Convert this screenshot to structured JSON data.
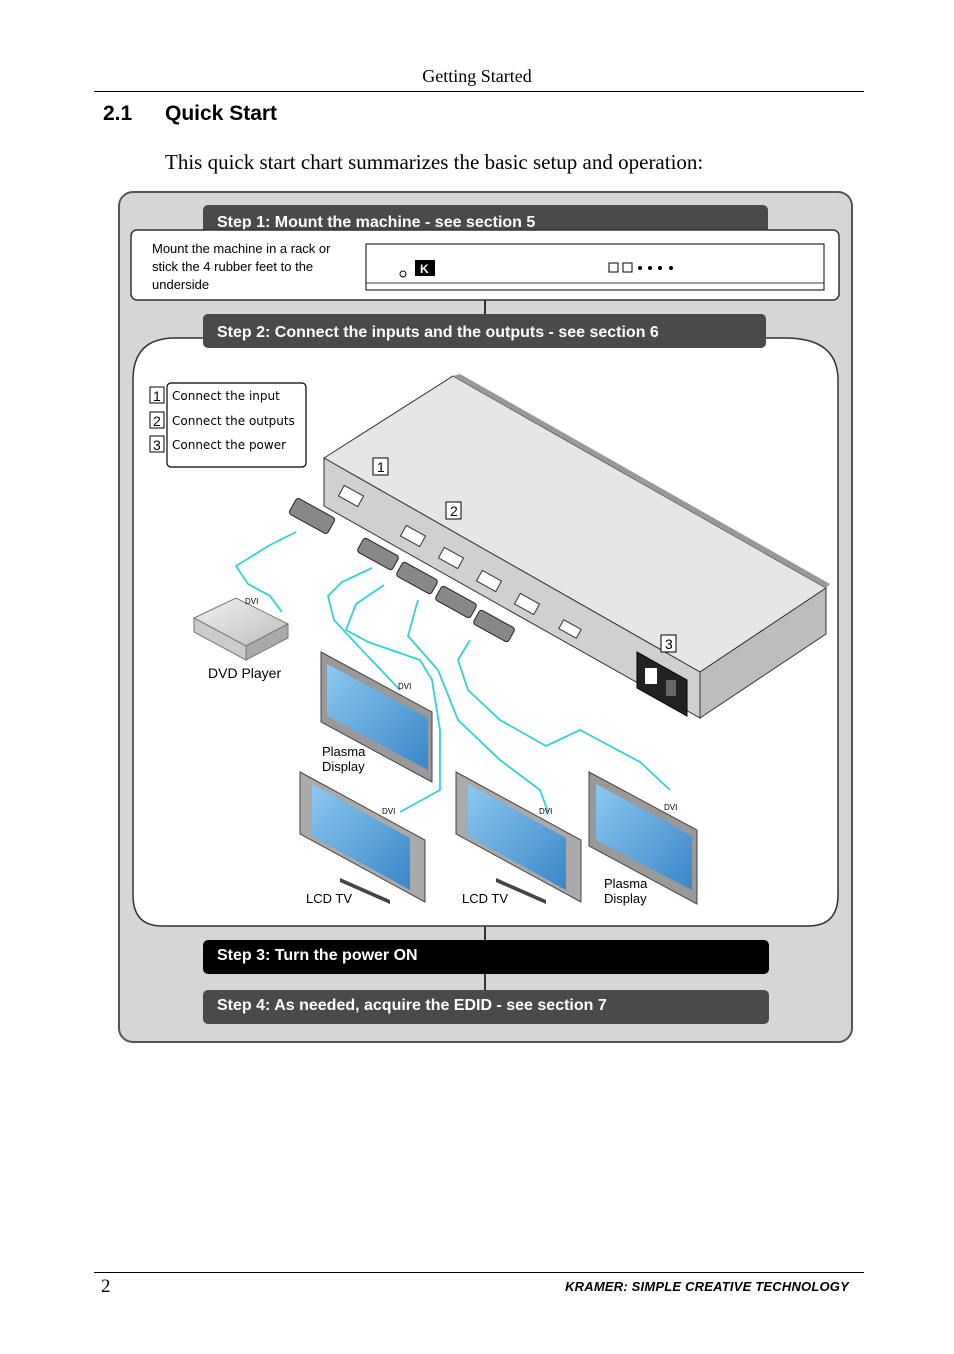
{
  "header": {
    "title": "Getting Started"
  },
  "section": {
    "number": "2.1",
    "title": "Quick Start"
  },
  "intro": "This quick start chart summarizes the basic setup and operation:",
  "steps": {
    "step1": "Step 1: Mount the machine - see section 5",
    "step1_note": [
      "Mount the machine in a rack or",
      "stick the 4 rubber feet to the",
      "underside"
    ],
    "step2": "Step 2: Connect the inputs and the outputs - see section 6",
    "step2_list": [
      {
        "num": "1",
        "text": "Connect the input"
      },
      {
        "num": "2",
        "text": "Connect the outputs"
      },
      {
        "num": "3",
        "text": "Connect the power"
      }
    ],
    "step3": "Step 3: Turn the power ON",
    "step4": "Step 4: As needed, acquire the EDID - see section 7"
  },
  "diagram": {
    "callouts": [
      "1",
      "2",
      "3"
    ],
    "cable_label": "DVI",
    "devices": {
      "dvd": "DVD Player",
      "plasma_top": [
        "Plasma",
        "Display"
      ],
      "lcd_left": "LCD TV",
      "lcd_mid": "LCD TV",
      "plasma_right": [
        "Plasma",
        "Display"
      ]
    }
  },
  "colors": {
    "step_bar": "#4a4a4a",
    "step3_bar": "#000000",
    "panel": "#d6d6d6",
    "cable": "#33d0d8",
    "screen": "#5aa9e0"
  },
  "footer": {
    "page": "2",
    "brand": "KRAMER:  SIMPLE CREATIVE TECHNOLOGY"
  }
}
